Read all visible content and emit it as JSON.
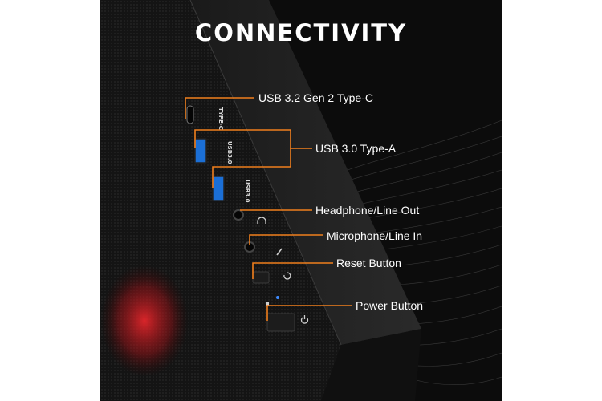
{
  "title": "CONNECTIVITY",
  "accent_color": "#f07f1d",
  "ports": [
    {
      "label": "USB 3.2 Gen 2 Type-C"
    },
    {
      "label": "USB 3.0 Type-A"
    },
    {
      "label": "Headphone/Line Out"
    },
    {
      "label": "Microphone/Line In"
    },
    {
      "label": "Reset Button"
    },
    {
      "label": "Power Button"
    }
  ],
  "port_markings": {
    "type_c": "TYPE-C",
    "usb_top": "USB3.0",
    "usb_bottom": "USB3.0"
  },
  "icons": [
    "headphone-icon",
    "microphone-icon",
    "reset-icon",
    "power-icon",
    "hdd-led-icon",
    "power-led-icon"
  ]
}
